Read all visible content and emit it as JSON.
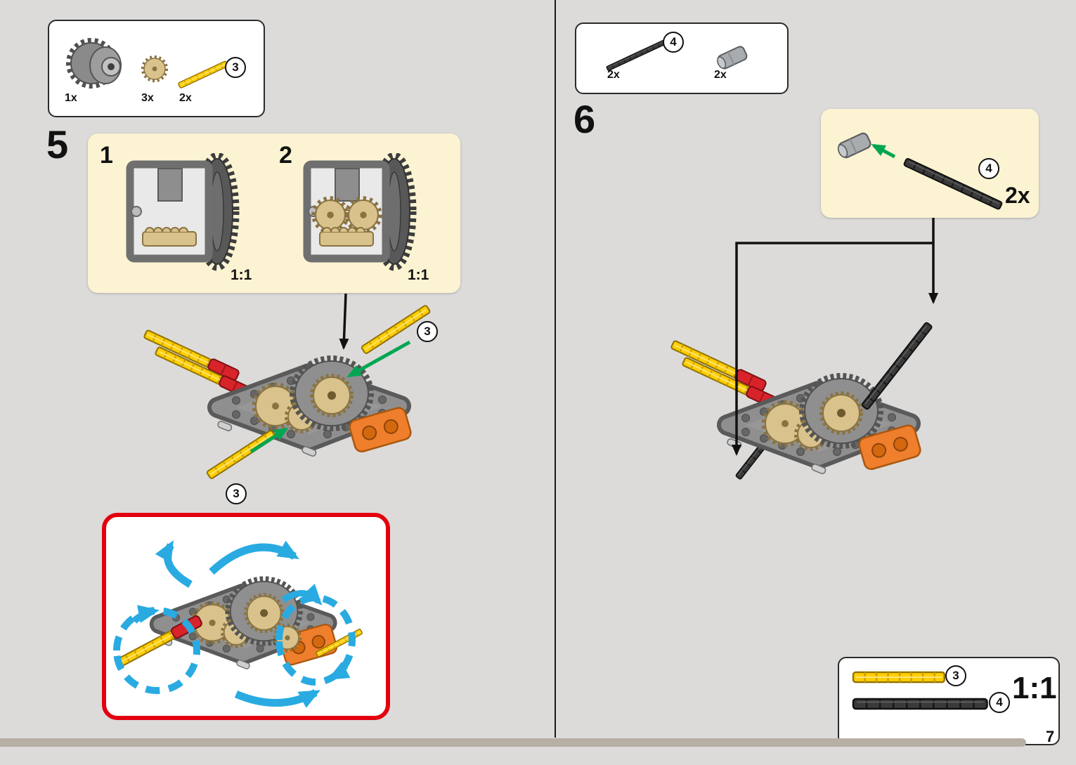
{
  "page": {
    "number": "7"
  },
  "step5": {
    "number": "5",
    "parts_box": {
      "items": [
        {
          "icon": "differential-gear-casing-icon",
          "count": "1x"
        },
        {
          "icon": "bevel-gear-icon",
          "count": "3x"
        },
        {
          "icon": "yellow-axle-icon",
          "count": "2x",
          "badge": "3"
        }
      ]
    },
    "callout": {
      "substeps": [
        {
          "label": "1",
          "scale": "1:1"
        },
        {
          "label": "2",
          "scale": "1:1"
        }
      ]
    },
    "assembly": {
      "badge_top_right": "3",
      "badge_bottom_left": "3"
    }
  },
  "step6": {
    "number": "6",
    "parts_box": {
      "items": [
        {
          "icon": "black-axle-icon",
          "count": "2x",
          "badge": "4"
        },
        {
          "icon": "gray-axle-connector-icon",
          "count": "2x"
        }
      ]
    },
    "callout": {
      "badge": "4",
      "count": "2x"
    }
  },
  "scale_box": {
    "label": "1:1",
    "rows": [
      {
        "icon": "yellow-axle-icon",
        "badge": "3"
      },
      {
        "icon": "black-axle-icon",
        "badge": "4"
      }
    ]
  },
  "colors": {
    "background": "#dcdbd9",
    "callout": "#fbf3d2",
    "warning_red": "#e3000f",
    "axle_yellow": "#ffce00",
    "arrow_green": "#00a651",
    "arrow_blue": "#29abe2",
    "footer_bar": "#b7afa4"
  }
}
